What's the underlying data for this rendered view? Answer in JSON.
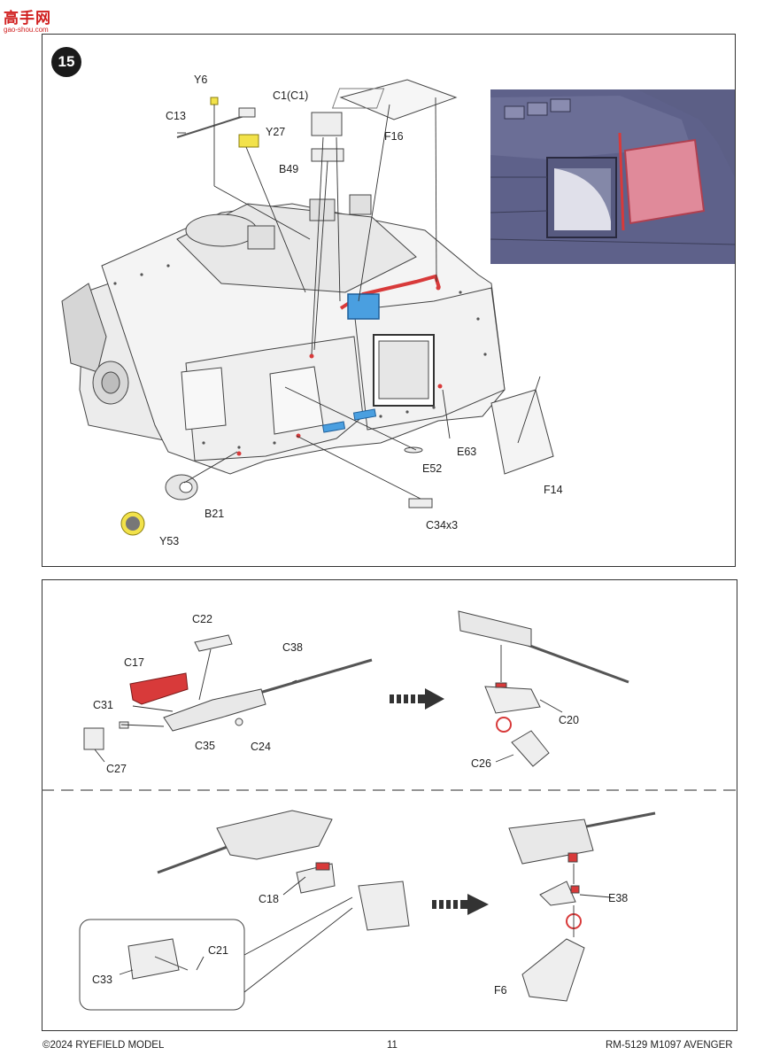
{
  "watermark": {
    "title": "高手网",
    "url": "gao-shou.com"
  },
  "step": {
    "number": "15"
  },
  "step15_labels": {
    "Y6": "Y6",
    "C1": "C1(C1)",
    "C13": "C13",
    "Y27": "Y27",
    "B49": "B49",
    "F16": "F16",
    "E52": "E52",
    "E63": "E63",
    "F14": "F14",
    "B21": "B21",
    "Y53": "Y53",
    "C34": "C34x3"
  },
  "gun_labels": {
    "C22": "C22",
    "C38": "C38",
    "C17": "C17",
    "C31": "C31",
    "C35": "C35",
    "C24": "C24",
    "C27": "C27",
    "C20": "C20",
    "C26": "C26",
    "C18": "C18",
    "C21": "C21",
    "C33": "C33",
    "E38": "E38",
    "F6": "F6"
  },
  "footer": {
    "copyright": "©2024 RYEFIELD MODEL",
    "page": "11",
    "code": "RM-5129 M1097 AVENGER"
  },
  "colors": {
    "highlight_red": "#d83a3a",
    "highlight_blue": "#4a9fe0",
    "highlight_yellow": "#f2e24a",
    "inset_bg": "#5c5f86",
    "inset_red": "#e08a9a"
  }
}
